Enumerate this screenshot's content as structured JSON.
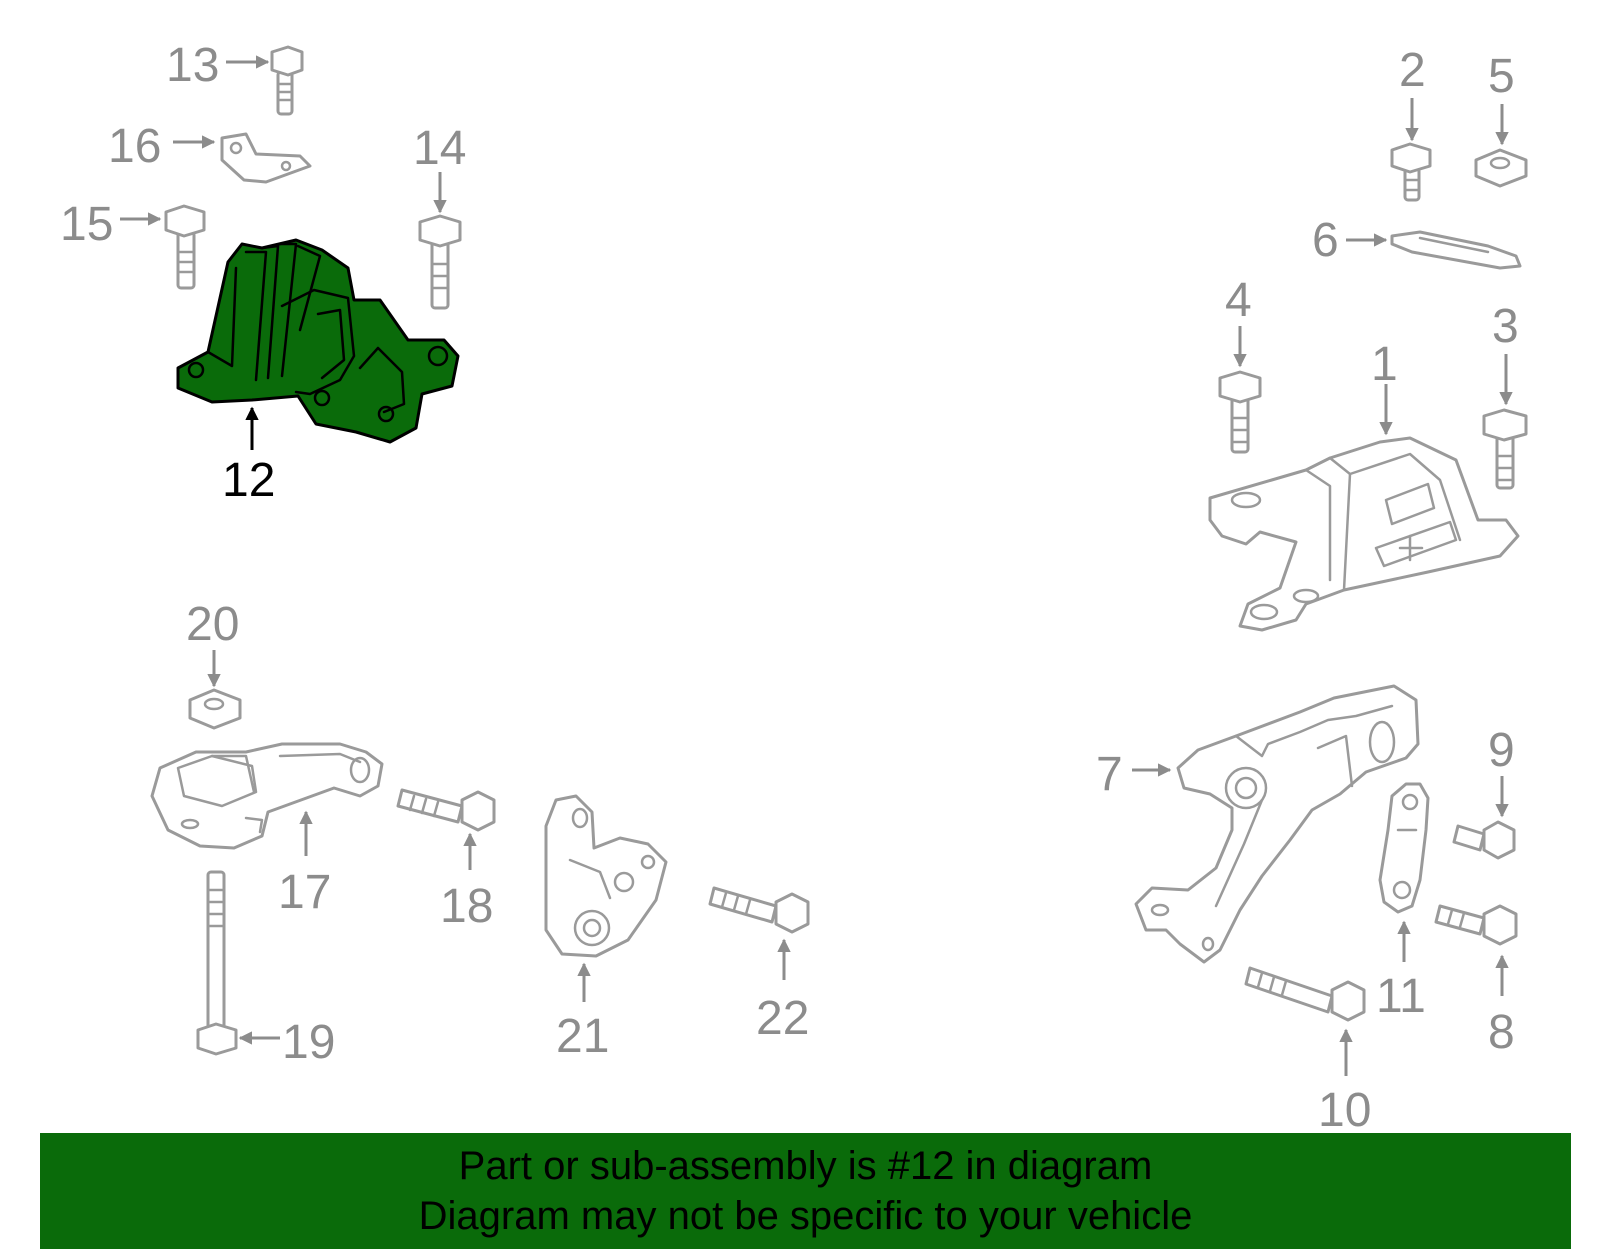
{
  "colors": {
    "highlight_fill": "#0a6b0a",
    "banner_bg": "#0a6b0a",
    "part_stroke": "#9a9a9a",
    "callout_text": "#8c8c8c"
  },
  "highlighted_callout": "12",
  "callouts": {
    "c1": "1",
    "c2": "2",
    "c3": "3",
    "c4": "4",
    "c5": "5",
    "c6": "6",
    "c7": "7",
    "c8": "8",
    "c9": "9",
    "c10": "10",
    "c11": "11",
    "c12": "12",
    "c13": "13",
    "c14": "14",
    "c15": "15",
    "c16": "16",
    "c17": "17",
    "c18": "18",
    "c19": "19",
    "c20": "20",
    "c21": "21",
    "c22": "22"
  },
  "banner": {
    "line1": "Part or sub-assembly is #12 in diagram",
    "line2": "Diagram may not be specific to your vehicle"
  }
}
